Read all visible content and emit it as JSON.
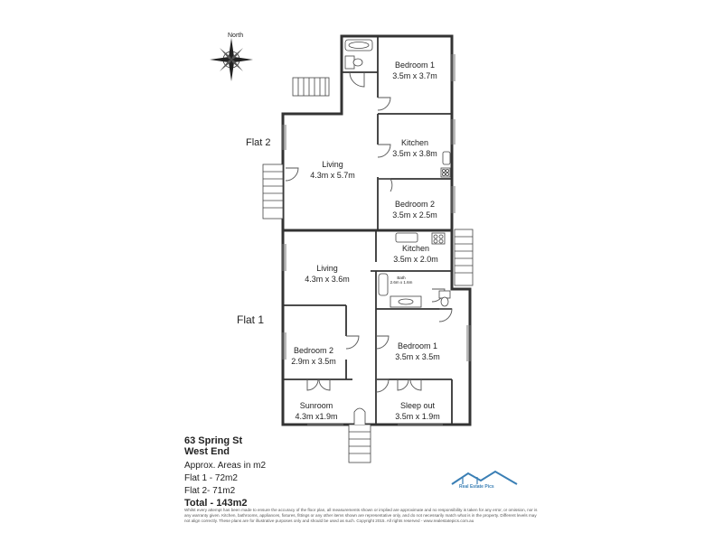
{
  "compass": {
    "north_label": "North",
    "icon": "compass-rose-icon"
  },
  "flats": [
    {
      "label": "Flat 2"
    },
    {
      "label": "Flat 1"
    }
  ],
  "rooms": {
    "f2_bedroom1": {
      "name": "Bedroom 1",
      "size": "3.5m x 3.7m"
    },
    "f2_kitchen": {
      "name": "Kitchen",
      "size": "3.5m x 3.8m"
    },
    "f2_living": {
      "name": "Living",
      "size": "4.3m x 5.7m"
    },
    "f2_bedroom2": {
      "name": "Bedroom 2",
      "size": "3.5m x 2.5m"
    },
    "f1_kitchen": {
      "name": "Kitchen",
      "size": "3.5m x 2.0m"
    },
    "f1_living": {
      "name": "Living",
      "size": "4.3m x 3.6m"
    },
    "f1_bath": {
      "name": "Bath",
      "size": "2.6m x 1.6m"
    },
    "f1_bedroom2": {
      "name": "Bedroom 2",
      "size": "2.9m x 3.5m"
    },
    "f1_bedroom1": {
      "name": "Bedroom 1",
      "size": "3.5m x 3.5m"
    },
    "f1_sunroom": {
      "name": "Sunroom",
      "size": "4.3m x1.9m"
    },
    "f1_sleepout": {
      "name": "Sleep out",
      "size": "3.5m x 1.9m"
    }
  },
  "info": {
    "address_line1": "63 Spring St",
    "address_line2": "West End",
    "areas_note": "Approx. Areas in m2",
    "flat1_area": "Flat 1 - 72m2",
    "flat2_area": "Flat 2- 71m2",
    "total": "Total - 143m2"
  },
  "disclaimer": "Whilst every attempt has been made to ensure the accuracy of the floor plan, all measurements shown or implied are approximate and no responsibility is taken for any error, or omission, nor is any warranty given. Kitchen, bathrooms, appliances, fixtures, fittings or any other items shown are representative only, and do not necessarily match what is in the property. Different levels may not align correctly. These plans are for illustrative purposes only and should be used as such. Copyright 2015. All rights reserved - www.realestatepics.com.au",
  "logo": {
    "text": "Real Estate Pics",
    "icon": "house-roof-logo-icon"
  },
  "colors": {
    "wall": "#333333",
    "logo": "#3a7fb5"
  }
}
